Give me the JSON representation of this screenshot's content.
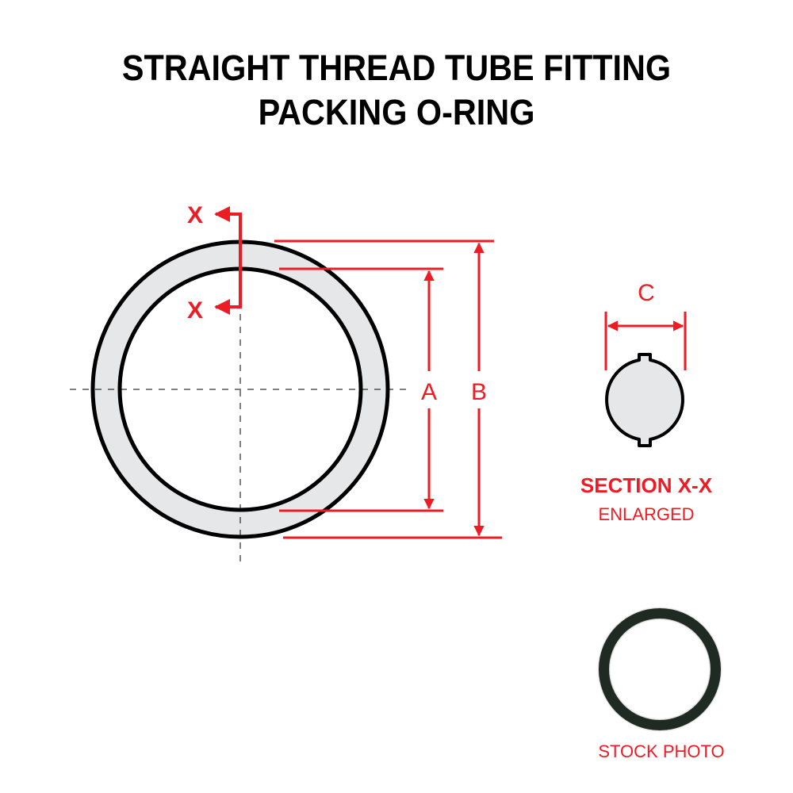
{
  "title": {
    "line1": "STRAIGHT THREAD TUBE FITTING",
    "line2": "PACKING O-RING"
  },
  "main_view": {
    "section_marker_top": "X",
    "section_marker_bottom": "X",
    "dimension_inner_diameter": "A",
    "dimension_outer_diameter": "B"
  },
  "section_view": {
    "dimension_cross_section": "C",
    "heading": "SECTION X-X",
    "subheading": "ENLARGED"
  },
  "stock_photo": {
    "caption": "STOCK PHOTO"
  },
  "colors": {
    "dimension_red": "#ed1c24",
    "ring_fill": "#e6e7e8",
    "outline": "#000000",
    "photo_ring": "#1f2a22"
  }
}
